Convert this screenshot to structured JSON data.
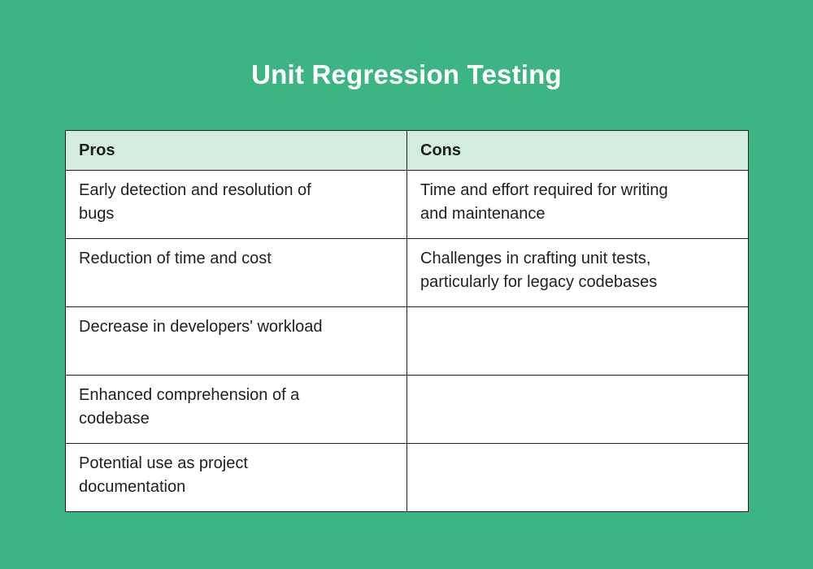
{
  "page": {
    "title": "Unit Regression Testing",
    "background_color": "#3CB583",
    "title_color": "#FFFFFF"
  },
  "table": {
    "header_bg_color": "#D2EDE0",
    "cell_bg_color": "#FFFFFF",
    "border_color": "#1E1E1E",
    "text_color": "#1F1F1F",
    "headers": [
      "Pros",
      "Cons"
    ],
    "rows": [
      {
        "pro": "Early detection and resolution of\nbugs",
        "con": "Time and effort required for writing\nand maintenance"
      },
      {
        "pro": "Reduction of time and cost",
        "con": "Challenges in crafting unit tests,\nparticularly for legacy codebases"
      },
      {
        "pro": "Decrease in developers' workload",
        "con": ""
      },
      {
        "pro": "Enhanced comprehension of a\ncodebase",
        "con": ""
      },
      {
        "pro": "Potential use as project\ndocumentation",
        "con": ""
      }
    ]
  }
}
